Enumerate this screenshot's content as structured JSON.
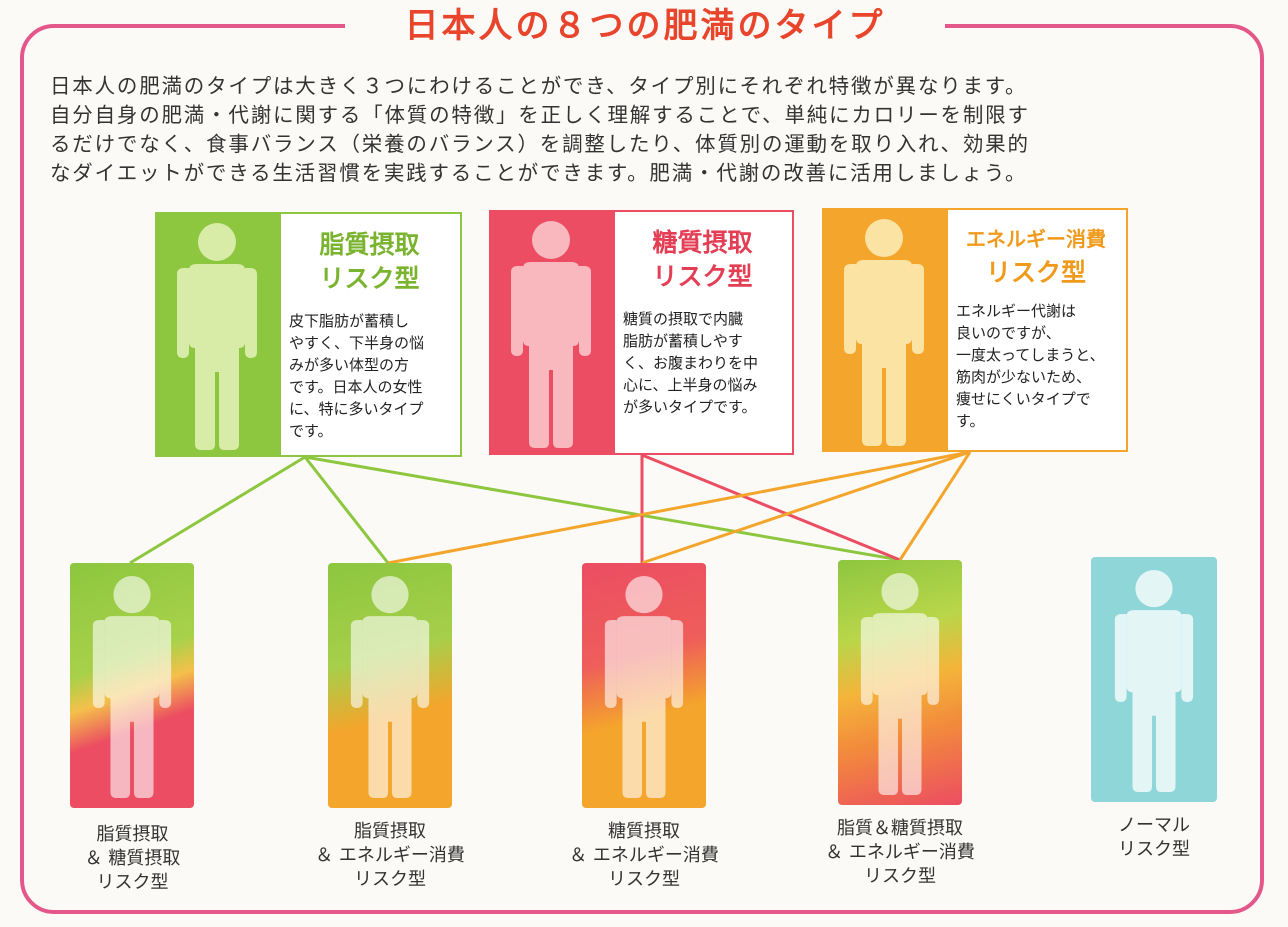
{
  "title": "日本人の８つの肥満のタイプ",
  "intro_lines": [
    "日本人の肥満のタイプは大きく３つにわけることができ、タイプ別にそれぞれ特徴が異なります。",
    "自分自身の肥満・代謝に関する「体質の特徴」を正しく理解することで、単純にカロリーを制限す",
    "るだけでなく、食事バランス（栄養のバランス）を調整したり、体質別の運動を取り入れ、効果的",
    "なダイエットができる生活習慣を実践することができます。肥満・代謝の改善に活用しましょう。"
  ],
  "colors": {
    "green": "#8dc63f",
    "red": "#ec4d62",
    "orange": "#f4a52c",
    "teal": "#8fd6d8",
    "border": "#e4578a",
    "title": "#e8452c"
  },
  "main_types": [
    {
      "name_line1": "脂質摂取",
      "name_line2": "リスク型",
      "color": "#8dc63f",
      "desc": [
        "皮下脂肪が蓄積し",
        "やすく、下半身の悩",
        "みが多い体型の方",
        "です。日本人の女性",
        "に、特に多いタイプ",
        "です。"
      ]
    },
    {
      "name_line1": "糖質摂取",
      "name_line2": "リスク型",
      "color": "#ec4d62",
      "desc": [
        "糖質の摂取で内臓",
        "脂肪が蓄積しやす",
        "く、お腹まわりを中",
        "心に、上半身の悩み",
        "が多いタイプです。"
      ]
    },
    {
      "name_line1": "エネルギー消費",
      "name_line2": "リスク型",
      "color": "#f4a52c",
      "desc": [
        "エネルギー代謝は",
        "良いのですが、",
        "一度太ってしまうと、",
        "筋肉が少ないため、",
        "痩せにくいタイプで",
        "す。"
      ]
    }
  ],
  "combo_types": [
    {
      "lines": [
        "脂質摂取",
        "＆ 糖質摂取",
        "リスク型"
      ],
      "colors": [
        "#8dc63f",
        "#ec4d62"
      ]
    },
    {
      "lines": [
        "脂質摂取",
        "＆ エネルギー消費",
        "リスク型"
      ],
      "colors": [
        "#8dc63f",
        "#f4a52c"
      ]
    },
    {
      "lines": [
        "糖質摂取",
        "＆ エネルギー消費",
        "リスク型"
      ],
      "colors": [
        "#ec4d62",
        "#f4a52c"
      ]
    },
    {
      "lines": [
        "脂質＆糖質摂取",
        "＆ エネルギー消費",
        "リスク型"
      ],
      "colors": [
        "#8dc63f",
        "#f4a52c",
        "#ec4d62"
      ]
    },
    {
      "lines": [
        "ノーマル",
        "リスク型"
      ],
      "colors": [
        "#8fd6d8"
      ]
    }
  ]
}
